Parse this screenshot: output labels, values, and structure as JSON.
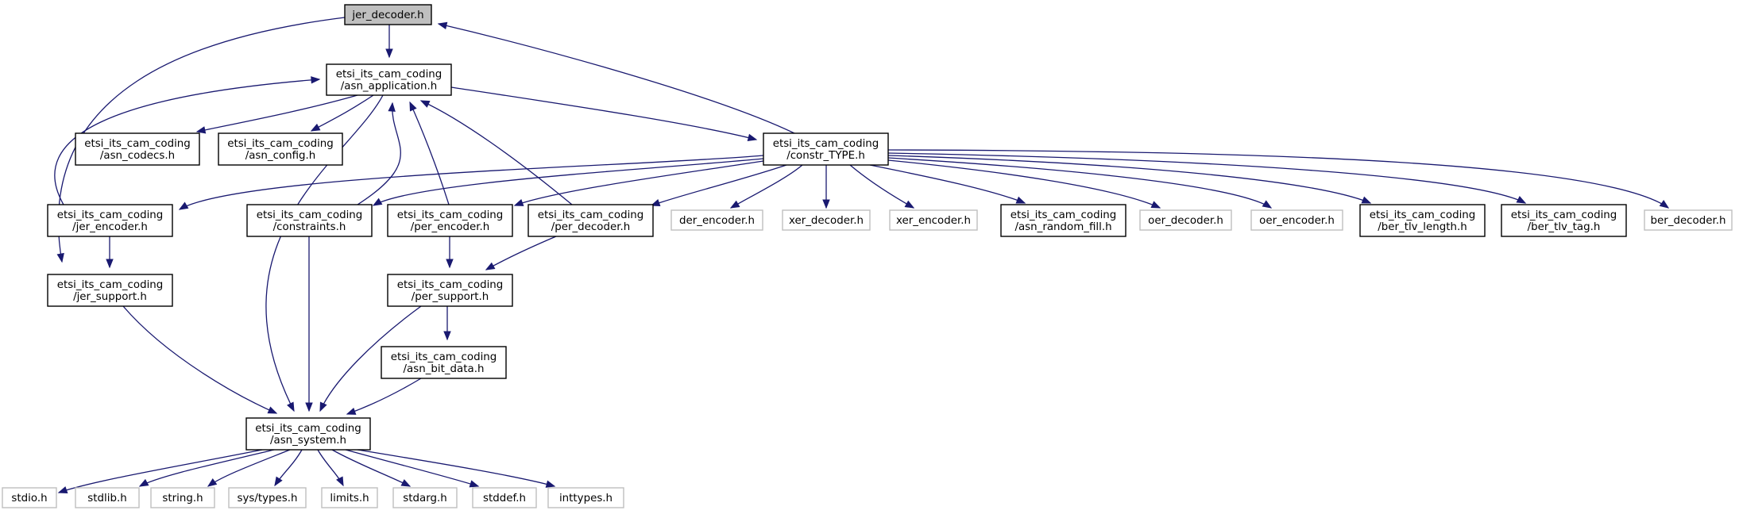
{
  "nodes": {
    "jer_decoder": {
      "lines": [
        "jer_decoder.h"
      ],
      "type": "root"
    },
    "asn_application": {
      "lines": [
        "etsi_its_cam_coding",
        "/asn_application.h"
      ],
      "type": "internal"
    },
    "asn_codecs": {
      "lines": [
        "etsi_its_cam_coding",
        "/asn_codecs.h"
      ],
      "type": "internal"
    },
    "asn_config": {
      "lines": [
        "etsi_its_cam_coding",
        "/asn_config.h"
      ],
      "type": "internal"
    },
    "constr_TYPE": {
      "lines": [
        "etsi_its_cam_coding",
        "/constr_TYPE.h"
      ],
      "type": "internal"
    },
    "jer_encoder": {
      "lines": [
        "etsi_its_cam_coding",
        "/jer_encoder.h"
      ],
      "type": "internal"
    },
    "constraints": {
      "lines": [
        "etsi_its_cam_coding",
        "/constraints.h"
      ],
      "type": "internal"
    },
    "per_encoder": {
      "lines": [
        "etsi_its_cam_coding",
        "/per_encoder.h"
      ],
      "type": "internal"
    },
    "per_decoder": {
      "lines": [
        "etsi_its_cam_coding",
        "/per_decoder.h"
      ],
      "type": "internal"
    },
    "der_encoder": {
      "lines": [
        "der_encoder.h"
      ],
      "type": "external"
    },
    "xer_decoder": {
      "lines": [
        "xer_decoder.h"
      ],
      "type": "external"
    },
    "xer_encoder": {
      "lines": [
        "xer_encoder.h"
      ],
      "type": "external"
    },
    "asn_random_fill": {
      "lines": [
        "etsi_its_cam_coding",
        "/asn_random_fill.h"
      ],
      "type": "internal"
    },
    "oer_decoder": {
      "lines": [
        "oer_decoder.h"
      ],
      "type": "external"
    },
    "oer_encoder": {
      "lines": [
        "oer_encoder.h"
      ],
      "type": "external"
    },
    "ber_tlv_length": {
      "lines": [
        "etsi_its_cam_coding",
        "/ber_tlv_length.h"
      ],
      "type": "internal"
    },
    "ber_tlv_tag": {
      "lines": [
        "etsi_its_cam_coding",
        "/ber_tlv_tag.h"
      ],
      "type": "internal"
    },
    "ber_decoder": {
      "lines": [
        "ber_decoder.h"
      ],
      "type": "external"
    },
    "jer_support": {
      "lines": [
        "etsi_its_cam_coding",
        "/jer_support.h"
      ],
      "type": "internal"
    },
    "per_support": {
      "lines": [
        "etsi_its_cam_coding",
        "/per_support.h"
      ],
      "type": "internal"
    },
    "asn_bit_data": {
      "lines": [
        "etsi_its_cam_coding",
        "/asn_bit_data.h"
      ],
      "type": "internal"
    },
    "asn_system": {
      "lines": [
        "etsi_its_cam_coding",
        "/asn_system.h"
      ],
      "type": "internal"
    },
    "stdio": {
      "lines": [
        "stdio.h"
      ],
      "type": "external"
    },
    "stdlib": {
      "lines": [
        "stdlib.h"
      ],
      "type": "external"
    },
    "string": {
      "lines": [
        "string.h"
      ],
      "type": "external"
    },
    "sys_types": {
      "lines": [
        "sys/types.h"
      ],
      "type": "external"
    },
    "limits": {
      "lines": [
        "limits.h"
      ],
      "type": "external"
    },
    "stdarg": {
      "lines": [
        "stdarg.h"
      ],
      "type": "external"
    },
    "stddef": {
      "lines": [
        "stddef.h"
      ],
      "type": "external"
    },
    "inttypes": {
      "lines": [
        "inttypes.h"
      ],
      "type": "external"
    }
  },
  "edges": [
    {
      "from": "jer_decoder",
      "to": "asn_application"
    },
    {
      "from": "jer_decoder",
      "to": "jer_support"
    },
    {
      "from": "asn_application",
      "to": "asn_codecs"
    },
    {
      "from": "asn_application",
      "to": "asn_config"
    },
    {
      "from": "asn_application",
      "to": "constr_TYPE"
    },
    {
      "from": "asn_application",
      "to": "asn_system"
    },
    {
      "from": "constr_TYPE",
      "to": "jer_decoder"
    },
    {
      "from": "constr_TYPE",
      "to": "jer_encoder"
    },
    {
      "from": "constr_TYPE",
      "to": "constraints"
    },
    {
      "from": "constr_TYPE",
      "to": "per_encoder"
    },
    {
      "from": "constr_TYPE",
      "to": "per_decoder"
    },
    {
      "from": "constr_TYPE",
      "to": "der_encoder"
    },
    {
      "from": "constr_TYPE",
      "to": "xer_decoder"
    },
    {
      "from": "constr_TYPE",
      "to": "xer_encoder"
    },
    {
      "from": "constr_TYPE",
      "to": "asn_random_fill"
    },
    {
      "from": "constr_TYPE",
      "to": "oer_decoder"
    },
    {
      "from": "constr_TYPE",
      "to": "oer_encoder"
    },
    {
      "from": "constr_TYPE",
      "to": "ber_tlv_length"
    },
    {
      "from": "constr_TYPE",
      "to": "ber_tlv_tag"
    },
    {
      "from": "constr_TYPE",
      "to": "ber_decoder"
    },
    {
      "from": "jer_encoder",
      "to": "asn_application"
    },
    {
      "from": "jer_encoder",
      "to": "jer_support"
    },
    {
      "from": "constraints",
      "to": "asn_application"
    },
    {
      "from": "constraints",
      "to": "asn_system"
    },
    {
      "from": "per_encoder",
      "to": "asn_application"
    },
    {
      "from": "per_encoder",
      "to": "per_support"
    },
    {
      "from": "per_decoder",
      "to": "asn_application"
    },
    {
      "from": "per_decoder",
      "to": "per_support"
    },
    {
      "from": "jer_support",
      "to": "asn_system"
    },
    {
      "from": "per_support",
      "to": "asn_bit_data"
    },
    {
      "from": "per_support",
      "to": "asn_system"
    },
    {
      "from": "asn_bit_data",
      "to": "asn_system"
    },
    {
      "from": "asn_system",
      "to": "stdio"
    },
    {
      "from": "asn_system",
      "to": "stdlib"
    },
    {
      "from": "asn_system",
      "to": "string"
    },
    {
      "from": "asn_system",
      "to": "sys_types"
    },
    {
      "from": "asn_system",
      "to": "limits"
    },
    {
      "from": "asn_system",
      "to": "stdarg"
    },
    {
      "from": "asn_system",
      "to": "stddef"
    },
    {
      "from": "asn_system",
      "to": "inttypes"
    }
  ]
}
